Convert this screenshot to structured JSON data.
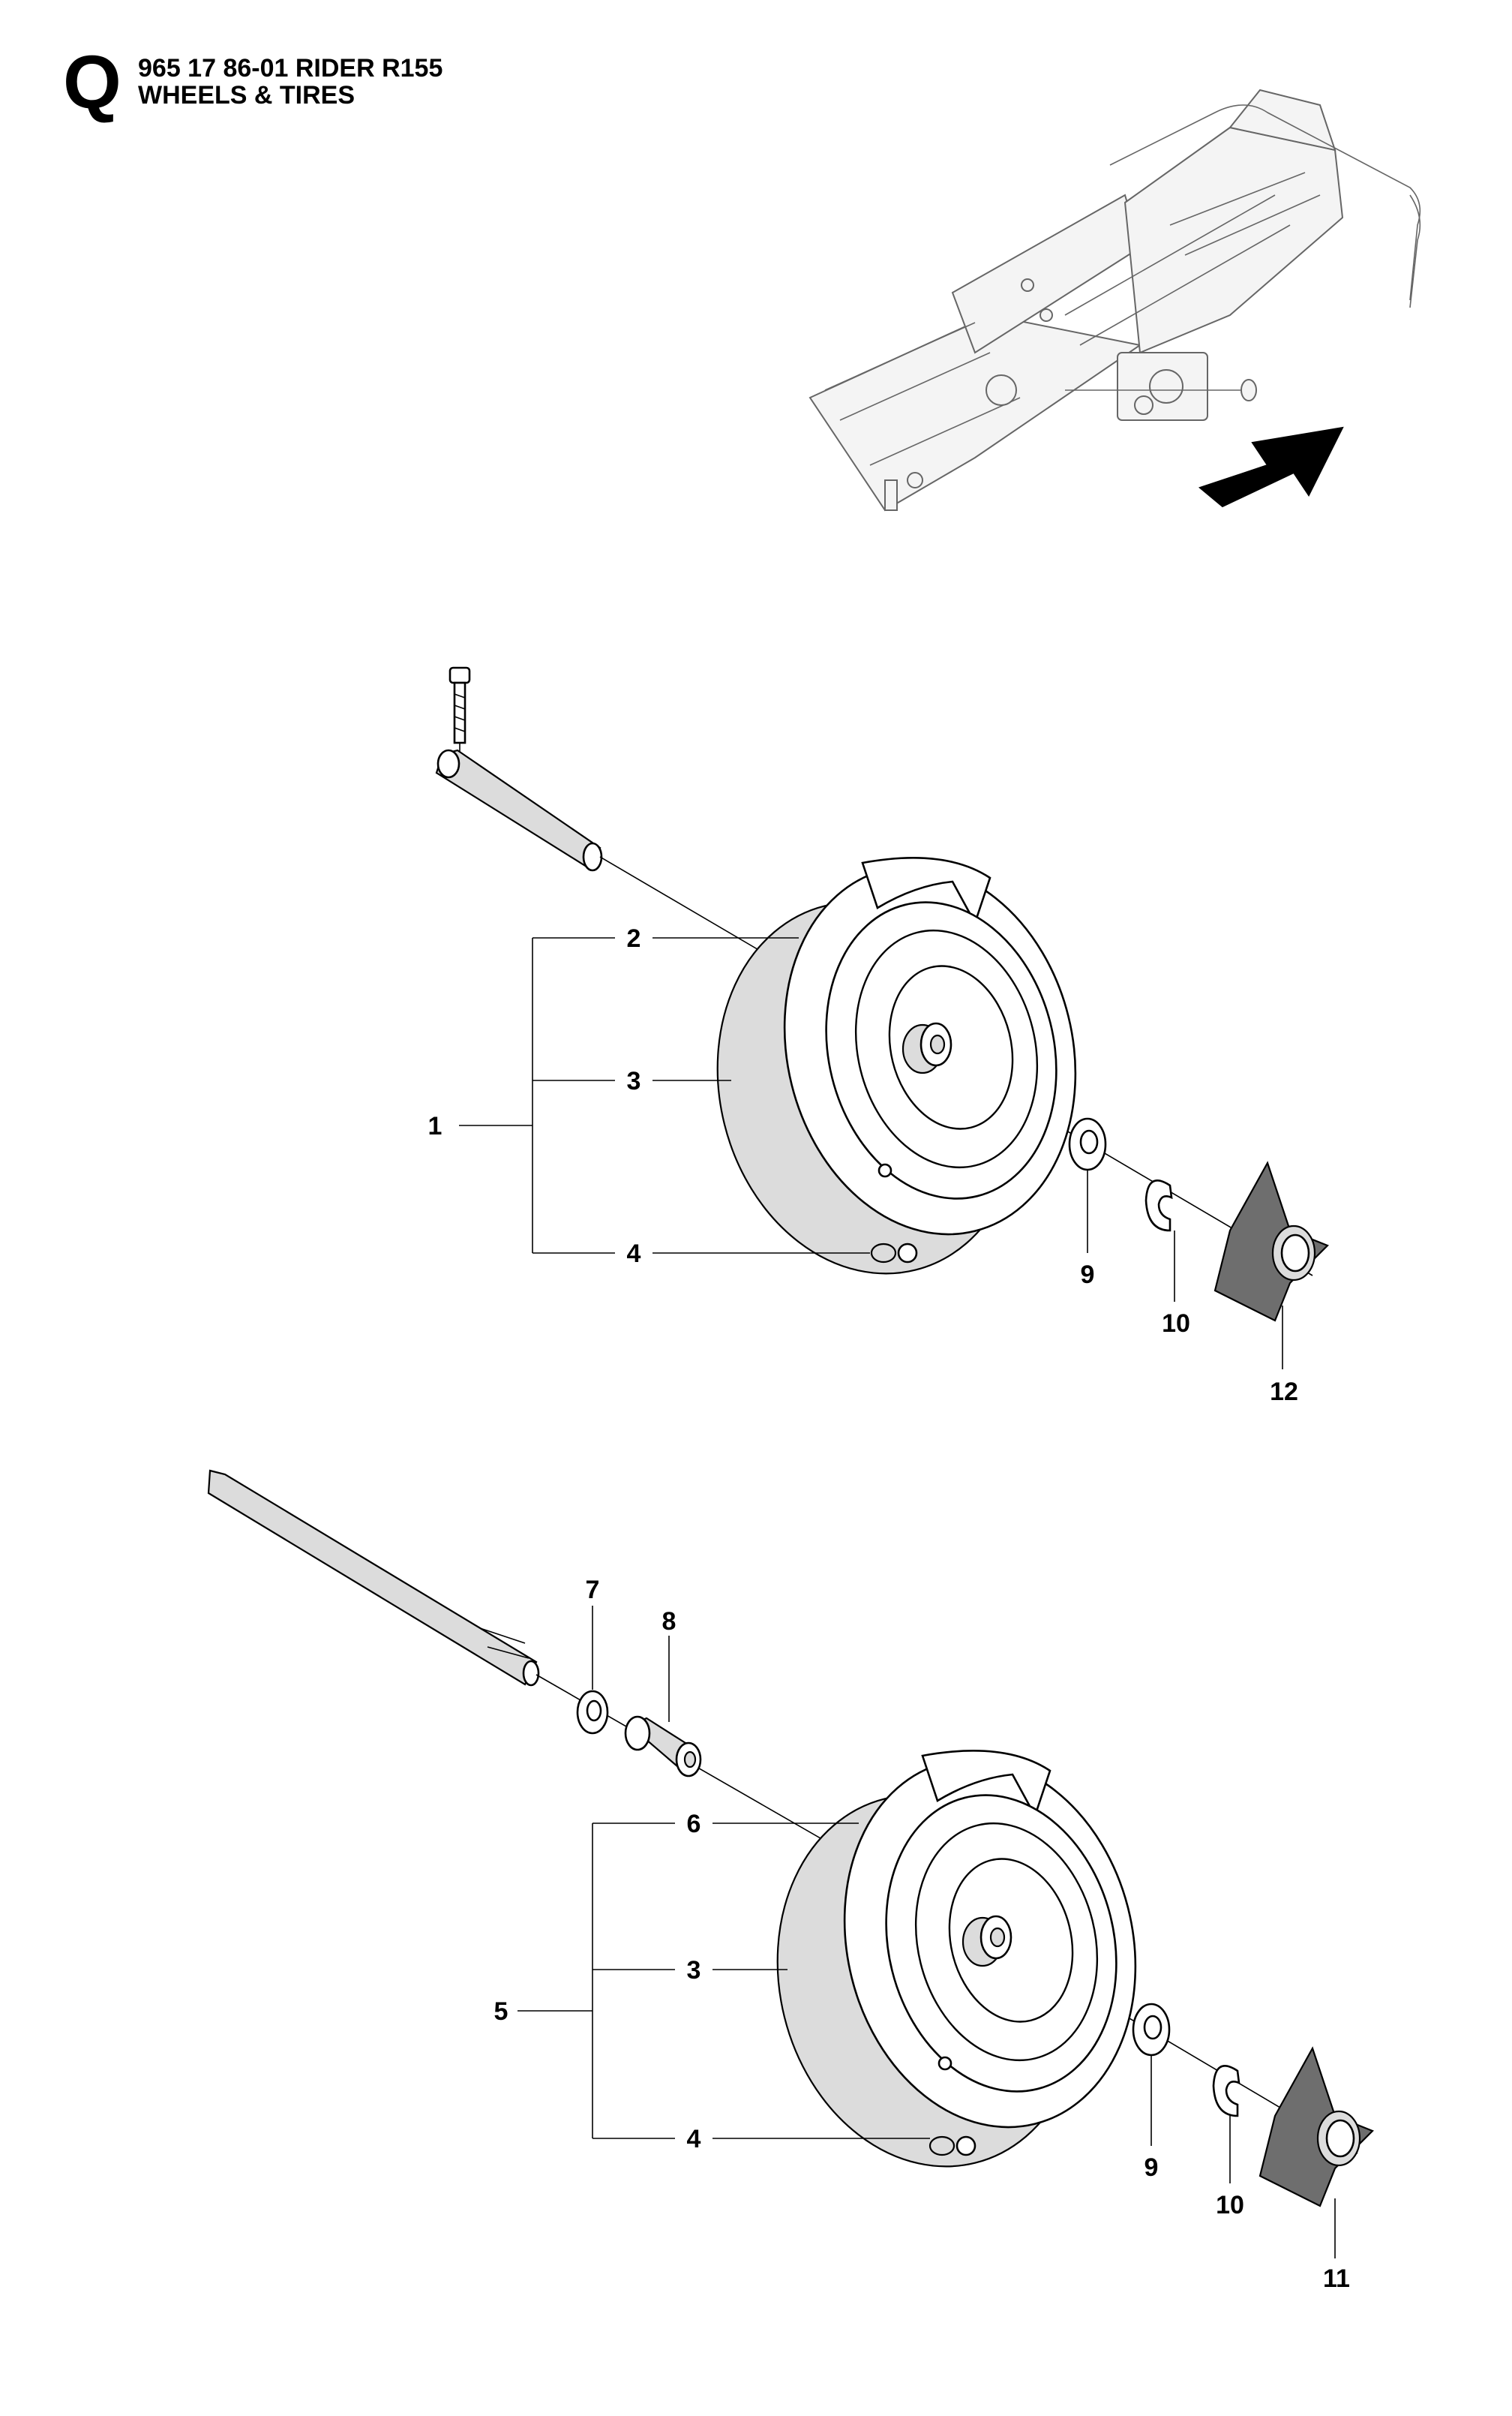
{
  "header": {
    "section_letter": "Q",
    "line1": "965 17 86-01 RIDER R155",
    "line2": "WHEELS & TIRES"
  },
  "icons": {
    "frame": "chassis-frame-illustration",
    "arrow": "location-arrow-icon"
  },
  "callouts": {
    "c1": "1",
    "c2": "2",
    "c3a": "3",
    "c4a": "4",
    "c9a": "9",
    "c10a": "10",
    "c12": "12",
    "c7": "7",
    "c8": "8",
    "c6": "6",
    "c5": "5",
    "c3b": "3",
    "c4b": "4",
    "c9b": "9",
    "c10b": "10",
    "c11": "11"
  }
}
